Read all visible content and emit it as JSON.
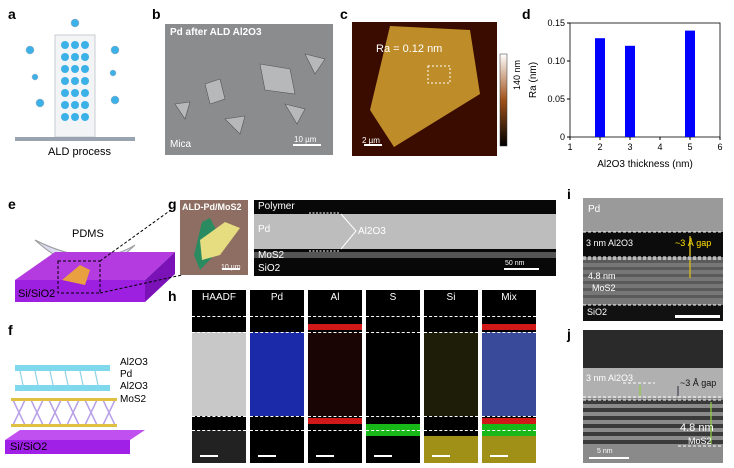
{
  "panel_labels": {
    "a": "a",
    "b": "b",
    "c": "c",
    "d": "d",
    "e": "e",
    "f": "f",
    "g": "g",
    "h": "h",
    "i": "i",
    "j": "j"
  },
  "a": {
    "caption": "ALD process"
  },
  "b": {
    "title": "Pd after ALD Al2O3",
    "substrate": "Mica",
    "scale": "10 µm"
  },
  "c": {
    "roughness": "Ra = 0.12 nm",
    "colorbar": "140 nm",
    "scale": "2 µm"
  },
  "e": {
    "stamp": "PDMS",
    "substrate": "Si/SiO2"
  },
  "f": {
    "layers": [
      "Al2O3",
      "Pd",
      "Al2O3",
      "MoS2"
    ],
    "substrate": "Si/SiO2"
  },
  "g": {
    "optical_title": "ALD-Pd/MoS2",
    "optical_scale": "10 µm",
    "tem_labels": {
      "polymer": "Polymer",
      "pd": "Pd",
      "al2o3": "Al2O3",
      "mos2": "MoS2",
      "sio2": "SiO2"
    },
    "tem_scale": "50 nm"
  },
  "h": {
    "channels": [
      "HAADF",
      "Pd",
      "Al",
      "S",
      "Si",
      "Mix"
    ]
  },
  "i": {
    "pd": "Pd",
    "al2o3": "3 nm Al2O3",
    "gap": "~3 Å gap",
    "mos2_thickness": "4.8 nm",
    "mos2": "MoS2",
    "sio2": "SiO2"
  },
  "j": {
    "al2o3": "3 nm Al2O3",
    "gap": "~3 Å gap",
    "mos2_thickness": "4.8 nm",
    "mos2": "MoS2",
    "scale": "5 nm"
  },
  "chart_data": {
    "type": "bar",
    "title": "",
    "xlabel": "Al2O3 thickness (nm)",
    "ylabel": "Ra (nm)",
    "x": [
      2,
      3,
      5
    ],
    "values": [
      0.13,
      0.12,
      0.14
    ],
    "xlim": [
      1,
      6
    ],
    "ylim": [
      0,
      0.15
    ],
    "xticks": [
      1,
      2,
      3,
      4,
      5,
      6
    ],
    "yticks": [
      0,
      0.05,
      0.1,
      0.15
    ],
    "ytick_labels": [
      "0",
      "0.05",
      "0.10",
      "0.15"
    ],
    "bar_color": "#0000ff",
    "grid": false
  }
}
